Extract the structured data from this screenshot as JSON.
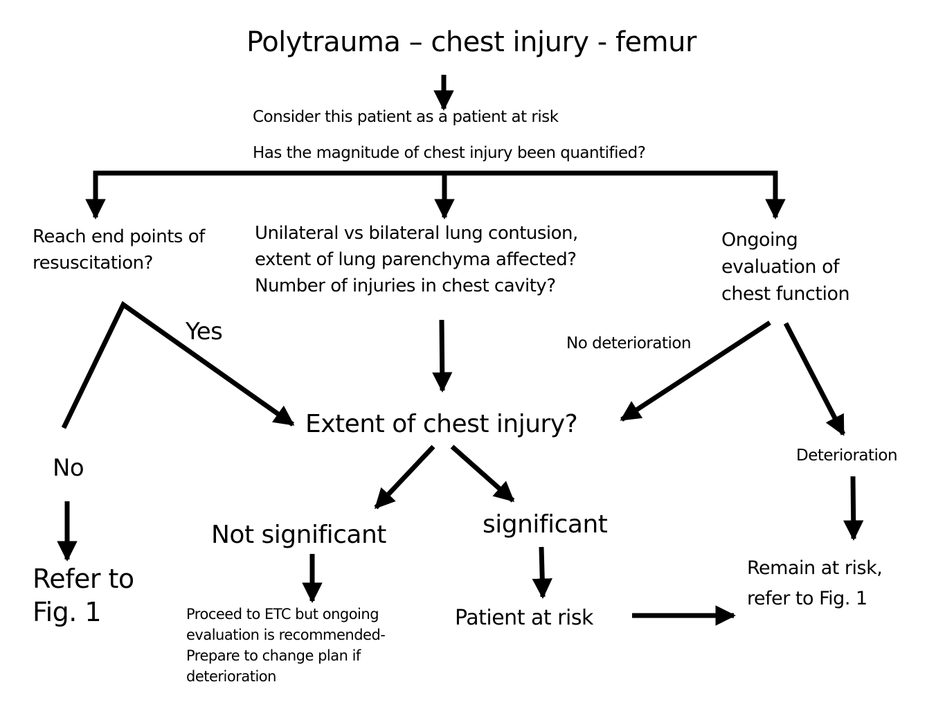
{
  "title": "Polytrauma – chest injury - femur",
  "nodes": {
    "consider": "Consider this patient as a patient at risk",
    "quantified": "Has the magnitude of chest injury been quantified?",
    "resus_line1": "Reach end points of",
    "resus_line2": "resuscitation?",
    "lung_line1": "Unilateral vs bilateral lung contusion,",
    "lung_line2": "extent of lung parenchyma affected?",
    "lung_line3": "Number of injuries in chest cavity?",
    "ongoing_line1": "Ongoing",
    "ongoing_line2": "evaluation of",
    "ongoing_line3": "chest function",
    "extent": "Extent of chest injury?",
    "not_significant": "Not significant",
    "significant": "significant",
    "proceed_line1": "Proceed to ETC but ongoing",
    "proceed_line2": "evaluation is recommended-",
    "proceed_line3": "Prepare to change plan if",
    "proceed_line4": "deterioration",
    "patient_at_risk": "Patient at risk",
    "refer_line1": "Refer to",
    "refer_line2": "Fig. 1",
    "remain_line1": "Remain at risk,",
    "remain_line2": "refer to Fig. 1"
  },
  "edge_labels": {
    "yes": "Yes",
    "no": "No",
    "no_deterioration": "No deterioration",
    "deterioration": "Deterioration"
  },
  "colors": {
    "ink": "#000000",
    "background": "#ffffff"
  }
}
